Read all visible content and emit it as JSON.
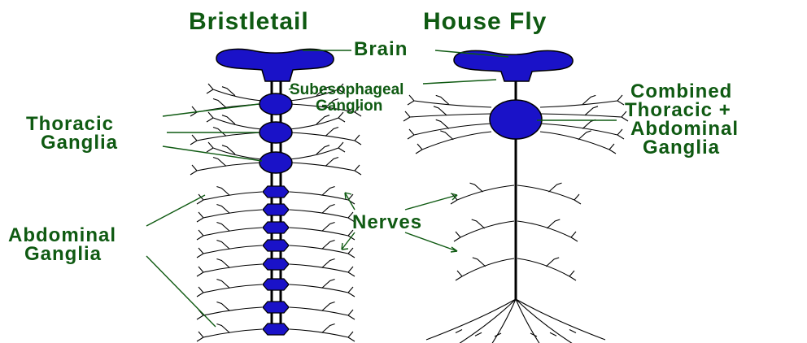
{
  "titles": {
    "left": "Bristletail",
    "right": "House Fly"
  },
  "labels": {
    "brain": "Brain",
    "subesophageal_line1": "Subesophageal",
    "subesophageal_line2": "Ganglion",
    "thoracic_line1": "Thoracic",
    "thoracic_line2": "Ganglia",
    "abdominal_line1": "Abdominal",
    "abdominal_line2": "Ganglia",
    "nerves": "Nerves",
    "combined_line1": "Combined",
    "combined_line2": "Thoracic +",
    "combined_line3": "Abdominal",
    "combined_line4": "Ganglia"
  },
  "colors": {
    "ganglion_fill": "#1a12c8",
    "ganglion_outline": "#000000",
    "label_text": "#0f5a12",
    "nerve": "#000000",
    "background": "#ffffff"
  }
}
